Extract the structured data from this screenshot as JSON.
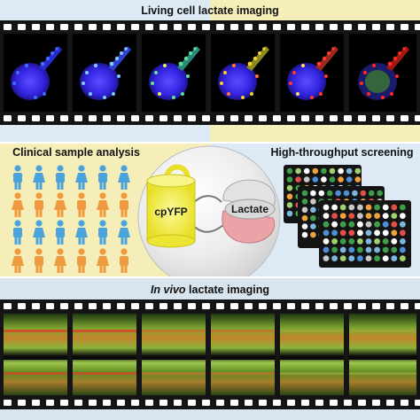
{
  "panels": {
    "top": {
      "title": "Living cell lactate imaging",
      "background_left": "#dde9f5",
      "background_right": "#f6eeb8"
    },
    "middle_left": {
      "title": "Clinical sample analysis",
      "people_colors": [
        "#4aa3d9",
        "#ee9a3f"
      ]
    },
    "center": {
      "sensor_label": "cpYFP",
      "ligand_label": "Lactate"
    },
    "middle_right": {
      "title": "High-throughput screening"
    },
    "bottom": {
      "title_italic": "In vivo",
      "title_rest": " lactate imaging",
      "background": "#d8e5ef"
    }
  },
  "colors": {
    "film": "#151515",
    "sensor_yellow": "#f3ee52",
    "lactate_pink": "#eaa3a6",
    "well_colors": [
      "#ffffff",
      "#f2a23a",
      "#e05048",
      "#3e9e4a",
      "#9ed070",
      "#4a8fd8",
      "#c8c8c8",
      "#7fb6e0"
    ]
  }
}
